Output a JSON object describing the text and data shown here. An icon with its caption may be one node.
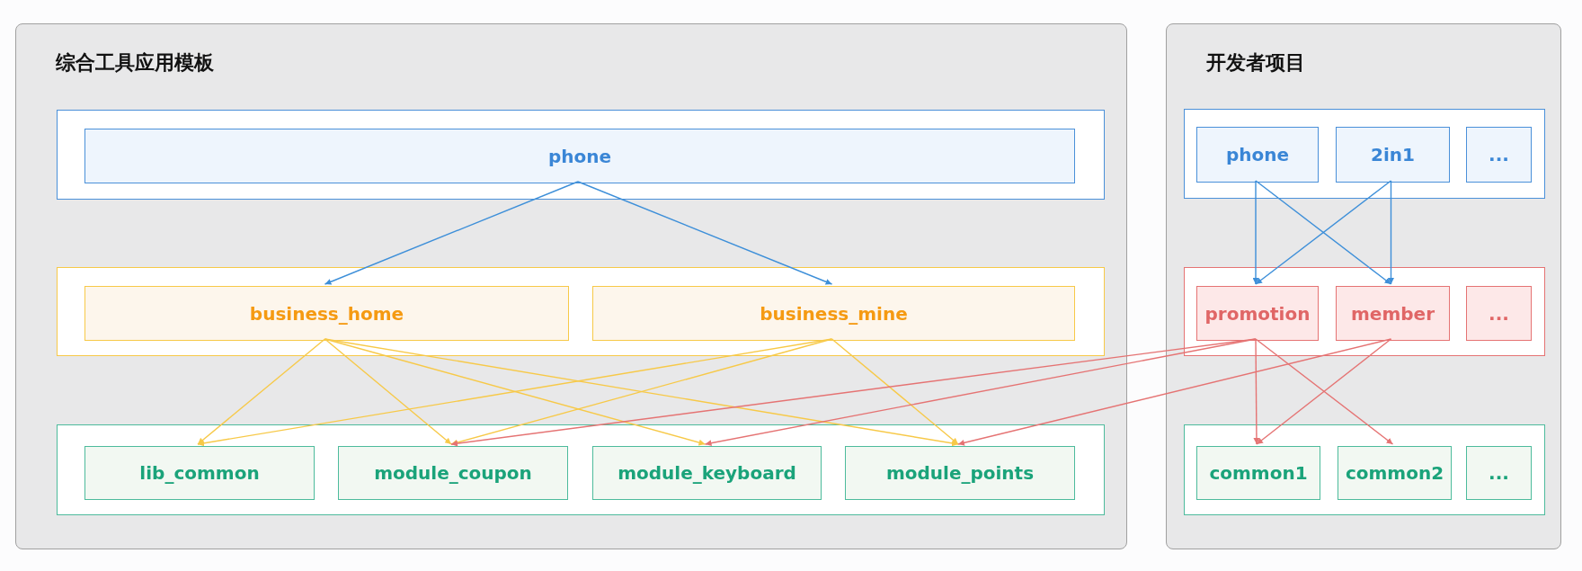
{
  "diagram": {
    "nodes": [
      {
        "text": [
          "综合工具应用模板"
        ]
      },
      {
        "text": [],
        "shape": "box",
        "in": 0
      },
      {
        "text": [
          "phone"
        ],
        "in": 1
      },
      {
        "text": [],
        "shape": "box",
        "in": 0
      },
      {
        "text": [
          "business_home"
        ],
        "in": 3
      },
      {
        "text": [
          "business_mine"
        ],
        "in": 3
      },
      {
        "text": [],
        "shape": "box",
        "in": 0
      },
      {
        "text": [
          "lib_common"
        ],
        "in": 6
      },
      {
        "text": [
          "module_coupon"
        ],
        "in": 6
      },
      {
        "text": [
          "module_keyboard"
        ],
        "in": 6
      },
      {
        "text": [
          "module_points"
        ],
        "in": 6
      },
      {
        "text": [
          "开发者项目"
        ]
      },
      {
        "text": [],
        "shape": "box",
        "in": 11
      },
      {
        "text": [
          "phone"
        ],
        "in": 12
      },
      {
        "text": [
          "2in1"
        ],
        "in": 12
      },
      {
        "text": [
          "..."
        ],
        "in": 12
      },
      {
        "text": [],
        "shape": "box",
        "in": 11
      },
      {
        "text": [
          "promotion"
        ],
        "in": 16
      },
      {
        "text": [
          "member"
        ],
        "in": 16
      },
      {
        "text": [
          "..."
        ],
        "in": 16
      },
      {
        "text": [],
        "shape": "box",
        "in": 11
      },
      {
        "text": [
          "common1"
        ],
        "in": 20
      },
      {
        "text": [
          "common2"
        ],
        "in": 20
      },
      {
        "text": [
          "..."
        ],
        "in": 20
      }
    ],
    "edges": [
      {
        "from": 2,
        "to": 4,
        "arrow": "to",
        "color": "#3d8fd9"
      },
      {
        "from": 2,
        "to": 5,
        "arrow": "to",
        "color": "#3d8fd9"
      },
      {
        "from": 4,
        "to": 7,
        "arrow": "to",
        "color": "#f7c948"
      },
      {
        "from": 4,
        "to": 8,
        "arrow": "to",
        "color": "#f7c948"
      },
      {
        "from": 4,
        "to": 9,
        "arrow": "to",
        "color": "#f7c948"
      },
      {
        "from": 4,
        "to": 10,
        "arrow": "to",
        "color": "#f7c948"
      },
      {
        "from": 5,
        "to": 7,
        "arrow": "to",
        "color": "#f7c948"
      },
      {
        "from": 5,
        "to": 8,
        "arrow": "to",
        "color": "#f7c948"
      },
      {
        "from": 5,
        "to": 10,
        "arrow": "to",
        "color": "#f7c948"
      },
      {
        "from": 17,
        "to": 8,
        "arrow": "to",
        "color": "#e57373"
      },
      {
        "from": 17,
        "to": 9,
        "arrow": "to",
        "color": "#e57373"
      },
      {
        "from": 18,
        "to": 10,
        "arrow": "to",
        "color": "#e57373"
      },
      {
        "from": 13,
        "to": 17,
        "arrow": "to",
        "color": "#3d8fd9"
      },
      {
        "from": 13,
        "to": 18,
        "arrow": "to",
        "color": "#3d8fd9"
      },
      {
        "from": 14,
        "to": 17,
        "arrow": "to",
        "color": "#3d8fd9"
      },
      {
        "from": 14,
        "to": 18,
        "arrow": "to",
        "color": "#3d8fd9"
      },
      {
        "from": 17,
        "to": 21,
        "arrow": "to",
        "color": "#e57373"
      },
      {
        "from": 17,
        "to": 22,
        "arrow": "to",
        "color": "#e57373"
      },
      {
        "from": 18,
        "to": 21,
        "arrow": "to",
        "color": "#e57373"
      }
    ]
  }
}
